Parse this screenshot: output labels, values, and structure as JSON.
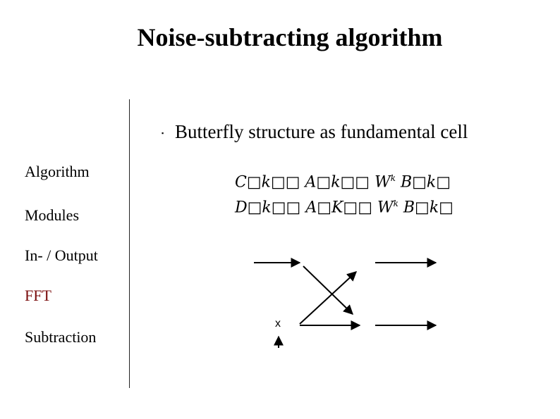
{
  "slide": {
    "title": "Noise-subtracting algorithm"
  },
  "nav": {
    "items": [
      {
        "label": "Algorithm",
        "active": false
      },
      {
        "label": "Modules",
        "active": false
      },
      {
        "label": "In- / Output",
        "active": false
      },
      {
        "label": "FFT",
        "active": true
      },
      {
        "label": "Subtraction",
        "active": false
      }
    ],
    "active_color": "#7a0c0c"
  },
  "content": {
    "bullet": "Butterfly structure as fundamental cell",
    "formula_1": "C□k□□  A□k□□  W",
    "formula_1_sup": "k",
    "formula_1_end": " B□k□",
    "formula_2": "D□k□□  A□K□□  W",
    "formula_2_sup": "k",
    "formula_2_end": " B□k□",
    "multiplier_label": "x"
  }
}
